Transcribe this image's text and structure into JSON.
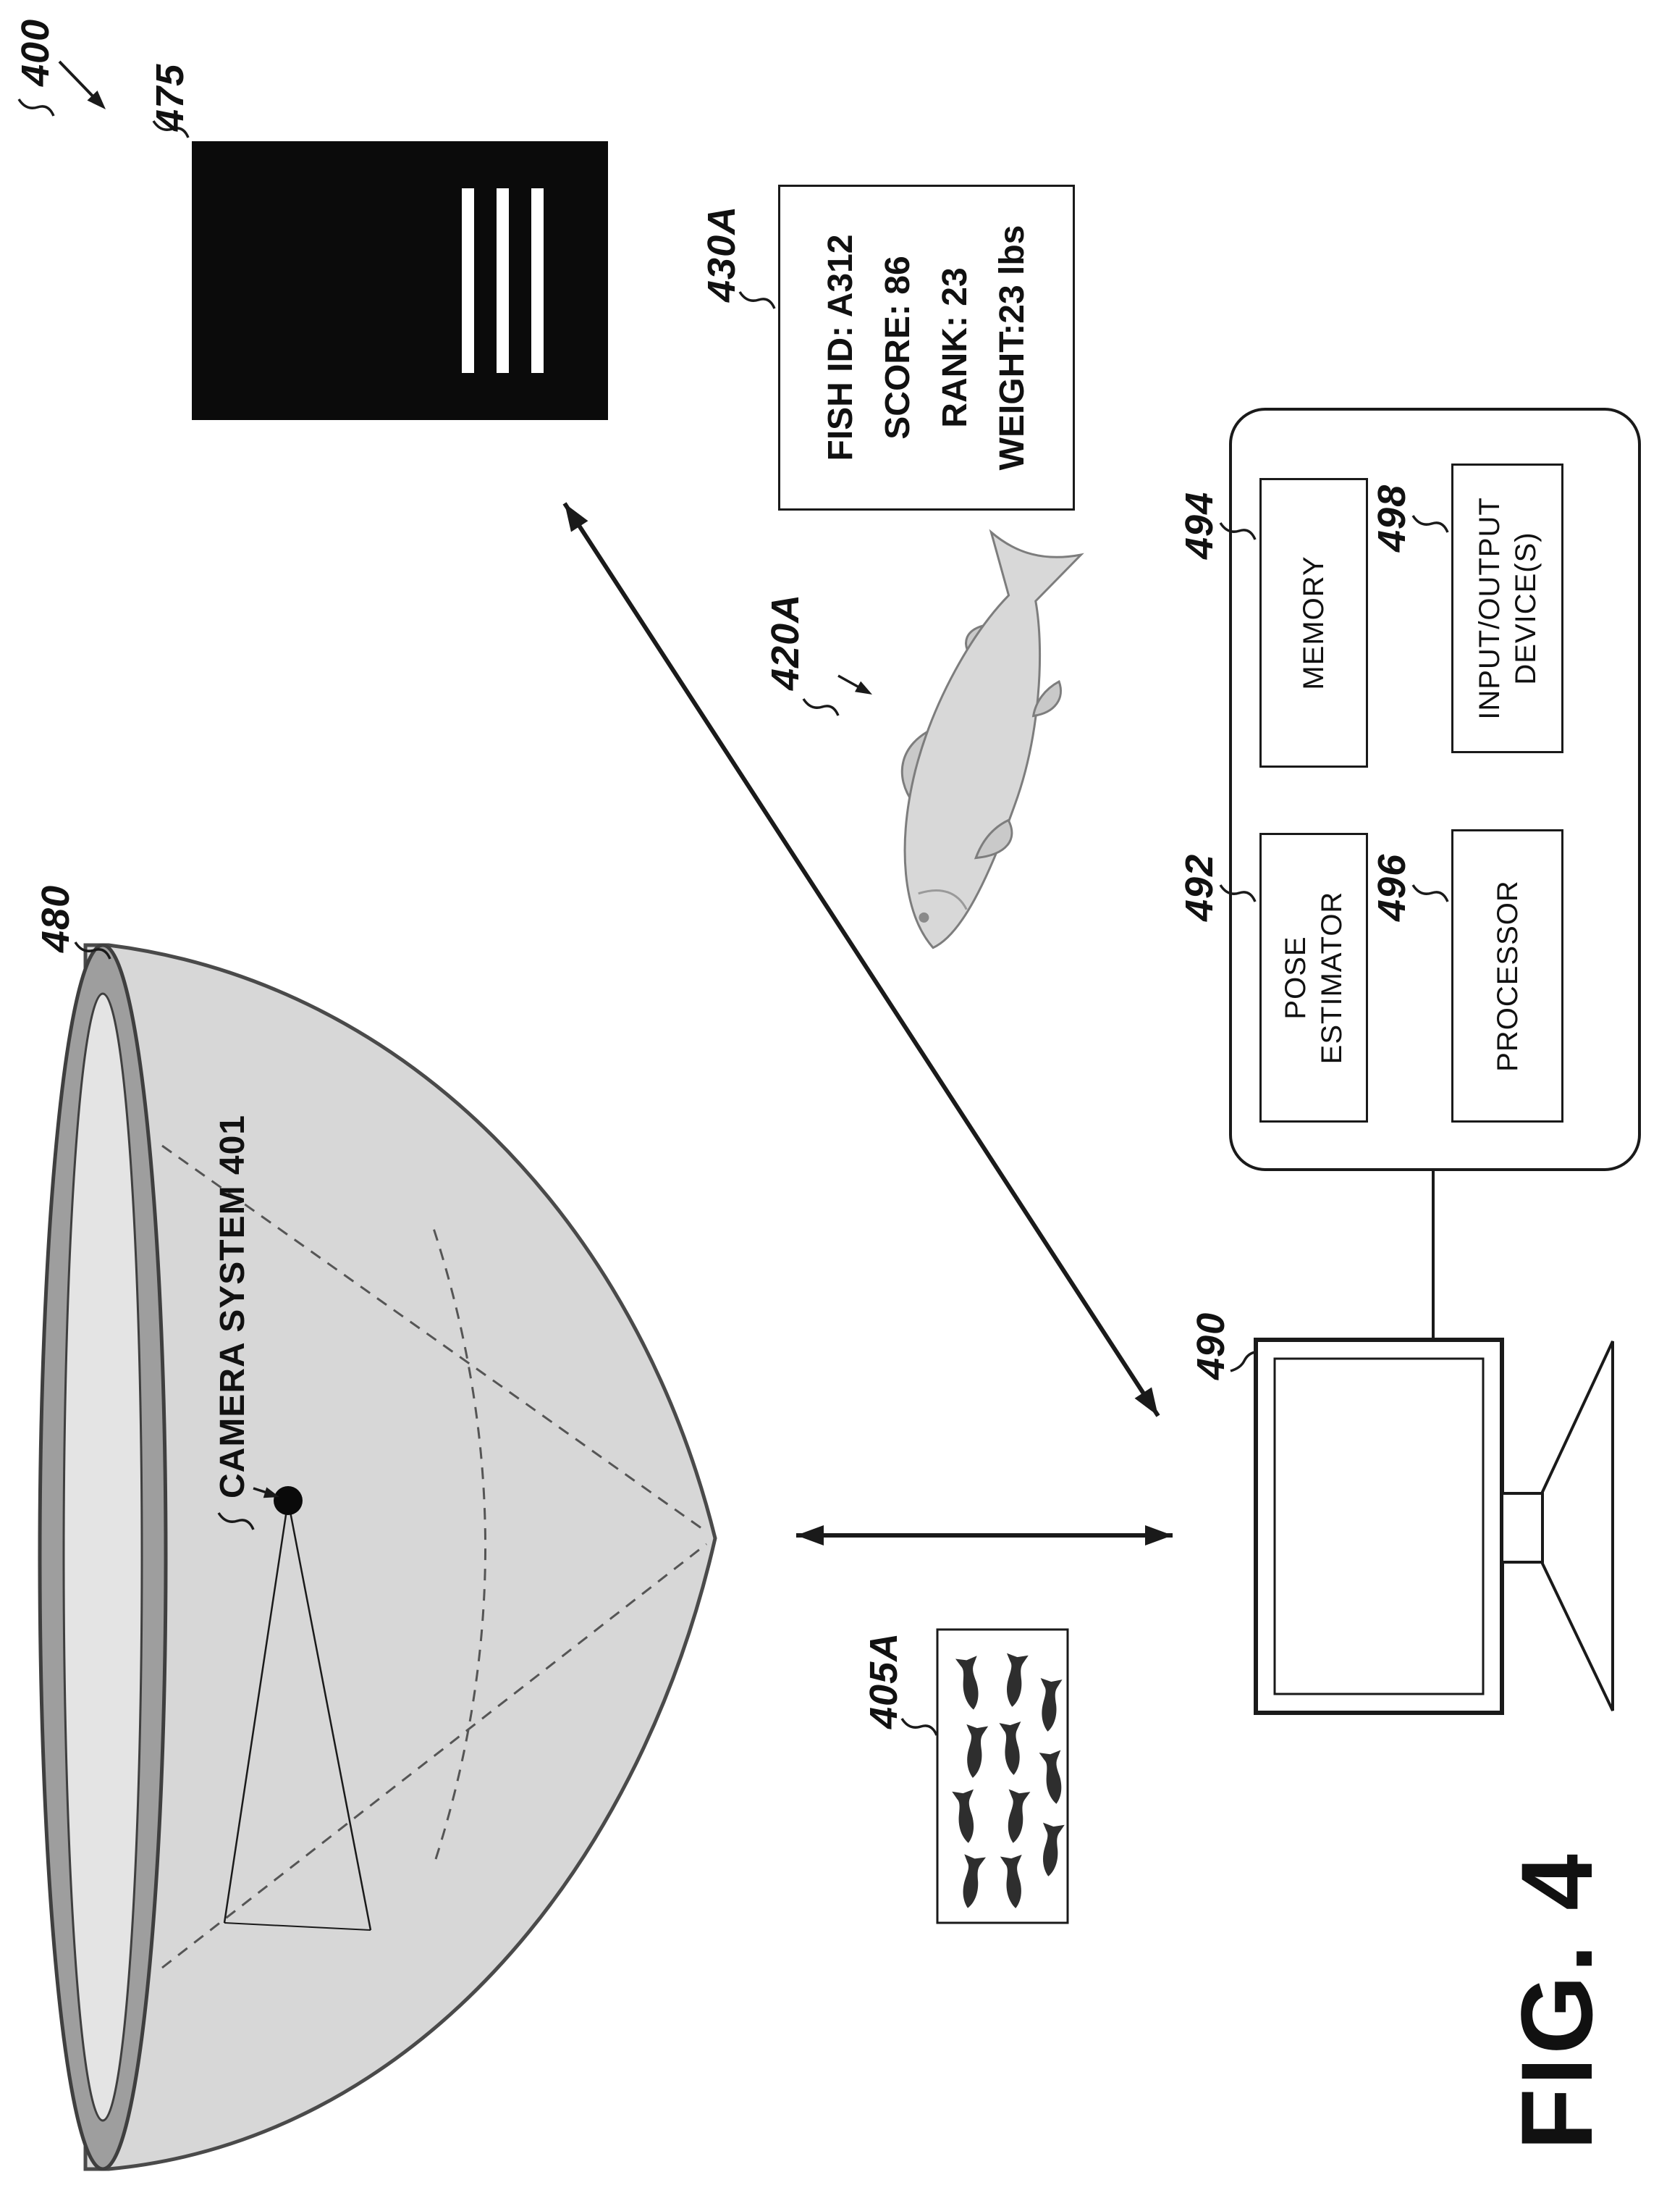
{
  "figure": {
    "number_label": "FIG. 4",
    "system_ref": "400"
  },
  "refs": {
    "display": "475",
    "info_box": "430A",
    "fish_model": "420A",
    "net_pen": "480",
    "fish_school": "405A",
    "computer": "490"
  },
  "net_pen": {
    "camera_label": "CAMERA SYSTEM 401"
  },
  "info_box": {
    "lines": [
      "FISH ID: A312",
      "SCORE: 86",
      "RANK: 23",
      "WEIGHT:23 lbs"
    ]
  },
  "computer": {
    "components": [
      {
        "ref": "492",
        "label": "POSE ESTIMATOR"
      },
      {
        "ref": "494",
        "label": "MEMORY"
      },
      {
        "ref": "496",
        "label": "PROCESSOR"
      },
      {
        "ref": "498",
        "label": "INPUT/OUTPUT DEVICE(S)"
      }
    ]
  },
  "colors": {
    "line": "#1a1a1a",
    "pen_body": "#d7d7d7",
    "pen_ring": "#9e9e9e",
    "screen_bg": "#0b0b0b",
    "fish_school": "#2e2e2e",
    "fish_model": "#d8d8d8"
  }
}
